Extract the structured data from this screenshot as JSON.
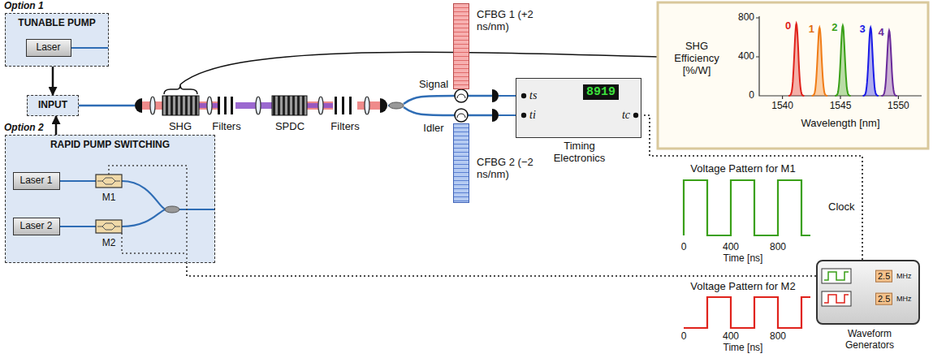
{
  "diagram": {
    "nodes": [
      {
        "text": [
          "Option 1",
          "TUNABLE PUMP"
        ]
      },
      {
        "text": [
          "Laser"
        ],
        "in": 0
      },
      {
        "text": [
          "INPUT"
        ]
      },
      {
        "text": [
          "Option 2",
          "RAPID PUMP SWITCHING"
        ]
      },
      {
        "text": [
          "Laser 1"
        ],
        "in": 3
      },
      {
        "text": [
          "Laser 2"
        ],
        "in": 3
      },
      {
        "text": [
          "CFBG 1 (+2 ns/nm)"
        ]
      },
      {
        "text": [
          "CFBG 2 (−2 ns/nm)"
        ]
      },
      {
        "text": [
          "8919",
          "Timing Electronics"
        ]
      },
      {
        "text": [
          "Waveform Generators"
        ]
      }
    ],
    "edges": [
      {
        "from": 0,
        "to": 2,
        "arrow": "to"
      },
      {
        "from": 3,
        "to": 2,
        "arrow": "to"
      },
      {
        "from": 9,
        "to": 8,
        "arrow": "none",
        "label": "Clock"
      },
      {
        "from": 9,
        "to": 3,
        "arrow": "none"
      }
    ],
    "labels": [
      "SHG",
      "Filters",
      "SPDC",
      "Filters",
      "Signal",
      "Idler",
      "ts",
      "ti",
      "tc",
      "M1",
      "M2",
      "SHG Efficiency [%/W]",
      "800",
      "400",
      "0",
      "1540",
      "1545",
      "1550",
      "Wavelength [nm]",
      "0",
      "1",
      "2",
      "3",
      "4",
      "Voltage Pattern for M1",
      "0",
      "400",
      "800",
      "Time [ns]",
      "Voltage Pattern for M2",
      "0",
      "400",
      "800",
      "Time [ns]",
      "2.5",
      "MHz",
      "2.5",
      "MHz"
    ]
  }
}
